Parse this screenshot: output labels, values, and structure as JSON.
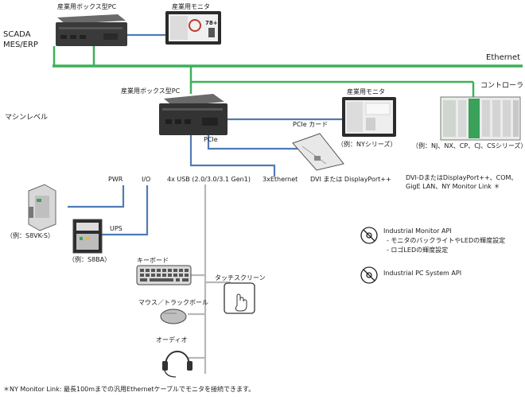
{
  "labels": {
    "pc_top": "産業用ボックス型PC",
    "monitor_top": "産業用モニタ",
    "scada": "SCADA",
    "mes_erp": "MES/ERP",
    "ethernet": "Ethernet",
    "pc_mid": "産業用ボックス型PC",
    "monitor_mid": "産業用モニタ",
    "controller": "コントローラ",
    "machine_level": "マシンレベル",
    "pcie_card": "PCIe カード",
    "ny_series": "（例：NYシリーズ）",
    "controller_series": "（例：NJ、NX、CP、CJ、CSシリーズ）",
    "pcie": "PCIe",
    "pwr": "PWR",
    "io": "I/O",
    "usb": "4x USB (2.0/3.0/3.1 Gen1)",
    "eth3": "3xEthernet",
    "dvi": "DVI または DisplayPort++",
    "dvid_line1": "DVI-DまたはDisplayPort++、COM、",
    "dvid_line2": "GigE LAN、NY Monitor Link ＊",
    "s8vk": "（例：S8VK-S）",
    "ups": "UPS",
    "s8ba": "（例：S8BA）",
    "keyboard": "キーボード",
    "touchscreen": "タッチスクリーン",
    "mouse": "マウス／トラックボール",
    "audio": "オーディオ",
    "api1_title": "Industrial Monitor API",
    "api1_item1": "- モニタのバックライトやLEDの輝度設定",
    "api1_item2": "- ロゴLEDの輝度設定",
    "api2_title": "Industrial PC System API",
    "footnote": "＊NY Monitor Link: 最長100mまでの汎用Ethernetケーブルでモニタを接続できます。",
    "monitor_readout": "78+"
  },
  "colors": {
    "ethernet_line": "#3db15a",
    "link_line": "#4f7bb5",
    "usb_bus": "#b8b8b8",
    "device_dark": "#3a3a3a",
    "controller_green": "#3aa15b"
  }
}
